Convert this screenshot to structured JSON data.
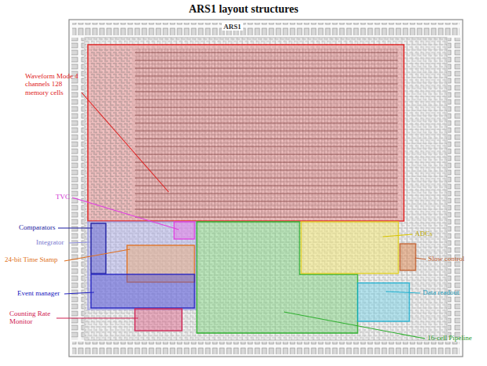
{
  "diagram": {
    "title": "ARS1 layout structures",
    "labels": [
      "ARS1",
      "Waveform Mode 4 channels 128 memory cells",
      "TVC",
      "Comparators",
      "Integrator",
      "24-bit Time Stamp",
      "Event manager",
      "Counting Rate Monitor",
      "ADCs",
      "Slow control",
      "Data readout",
      "16-cell Pipeline"
    ]
  }
}
